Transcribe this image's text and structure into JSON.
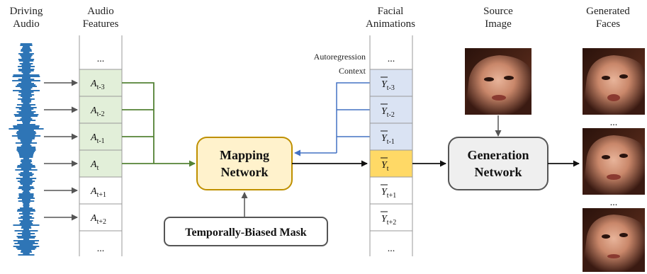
{
  "headers": {
    "driving_audio": [
      "Driving",
      "Audio"
    ],
    "audio_features": [
      "Audio",
      "Features"
    ],
    "facial_animations": [
      "Facial",
      "Animations"
    ],
    "source_image": [
      "Source",
      "Image"
    ],
    "generated_faces": [
      "Generated",
      "Faces"
    ]
  },
  "audio_features": {
    "top": "...",
    "bottom": "...",
    "items": [
      {
        "base": "A",
        "sub": "t-3",
        "highlight": true
      },
      {
        "base": "A",
        "sub": "t-2",
        "highlight": true
      },
      {
        "base": "A",
        "sub": "t-1",
        "highlight": true
      },
      {
        "base": "A",
        "sub": "t",
        "highlight": true
      },
      {
        "base": "A",
        "sub": "t+1",
        "highlight": false
      },
      {
        "base": "A",
        "sub": "t+2",
        "highlight": false
      }
    ]
  },
  "facial_animations": {
    "top": "...",
    "bottom": "...",
    "items": [
      {
        "base": "Y",
        "sub": "t-3",
        "state": "context"
      },
      {
        "base": "Y",
        "sub": "t-2",
        "state": "context"
      },
      {
        "base": "Y",
        "sub": "t-1",
        "state": "context"
      },
      {
        "base": "Y",
        "sub": "t",
        "state": "current"
      },
      {
        "base": "Y",
        "sub": "t+1",
        "state": "future"
      },
      {
        "base": "Y",
        "sub": "t+2",
        "state": "future"
      }
    ]
  },
  "autoregression_label": [
    "Autoregression",
    "Context"
  ],
  "mapping_network": [
    "Mapping",
    "Network"
  ],
  "generation_network": [
    "Generation",
    "Network"
  ],
  "mask_label": "Temporally-Biased Mask",
  "generated_faces_ellipsis": "...",
  "colors": {
    "audio_highlight": "#e2efd9",
    "context_fill": "#dae3f3",
    "current_fill": "#ffd966",
    "mapping_fill": "#fff2cc",
    "mapping_border": "#bf9000",
    "generation_fill": "#efefef",
    "generation_border": "#555555",
    "green_line": "#548235",
    "blue_line": "#4472c4",
    "waveform": "#2e75b6"
  },
  "icons": {
    "source_image": "face-photo-icon",
    "generated_face": "face-photo-icon",
    "driving_audio": "audio-waveform-icon"
  }
}
